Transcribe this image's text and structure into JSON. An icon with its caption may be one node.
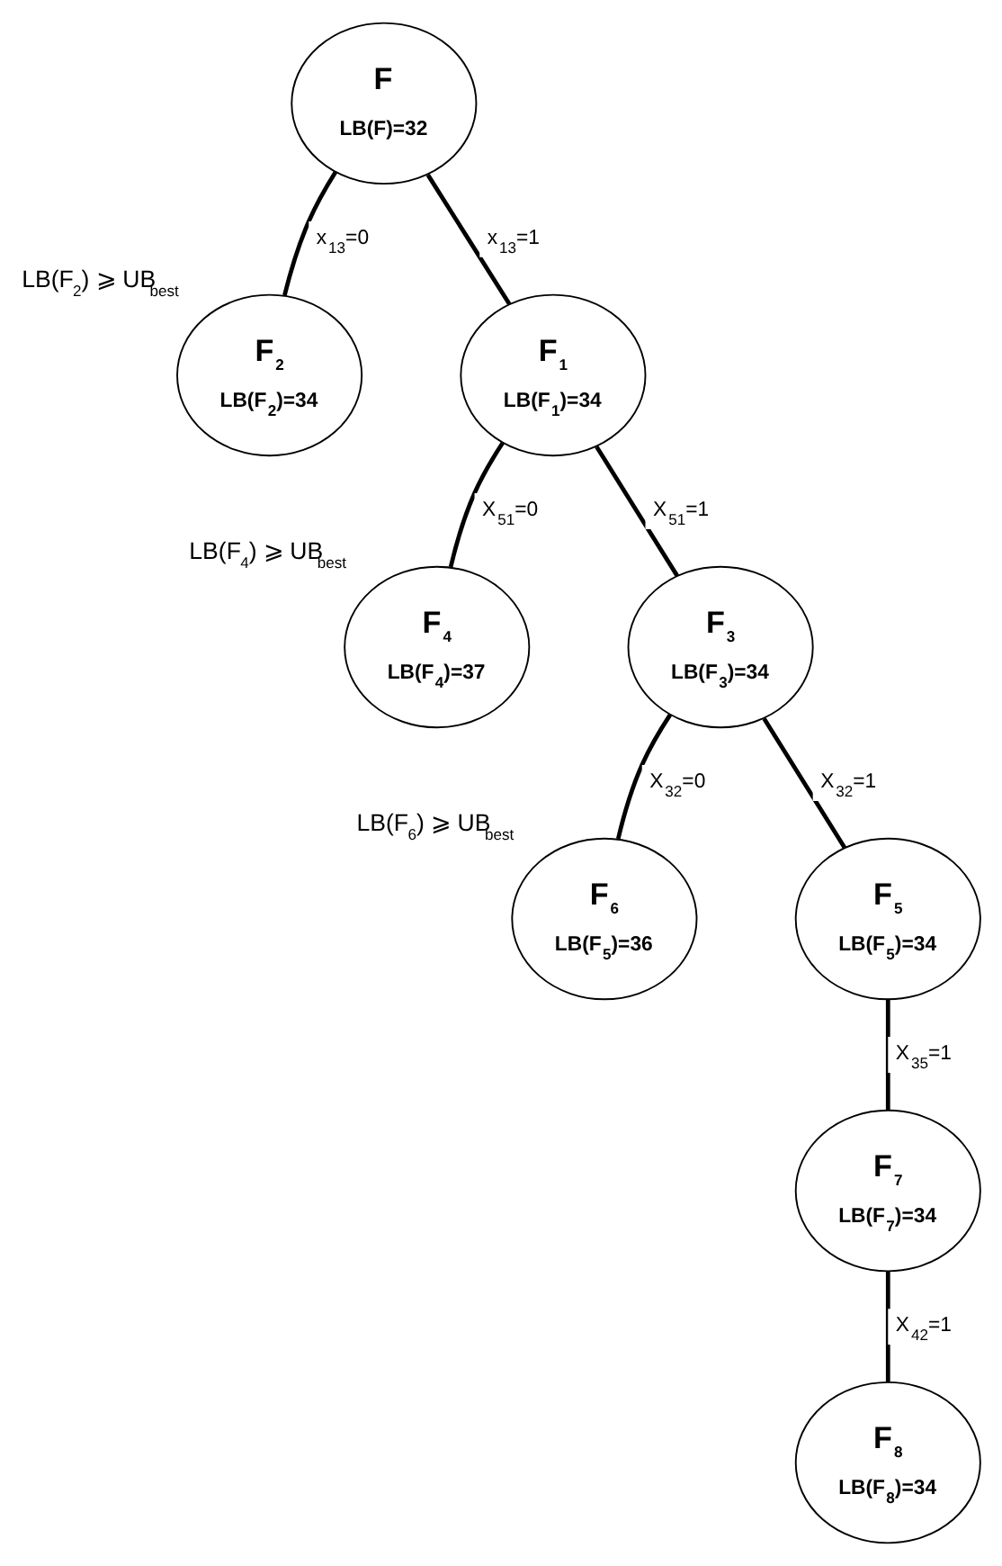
{
  "diagram": {
    "nodes": [
      {
        "text": [
          "F",
          "LB(F)=32"
        ]
      },
      {
        "text": [
          "F$_{2}$",
          "LB(F$_{2}$)=34"
        ],
        "beside": [
          "LB(F$_{2}$) ⩾ UB$_{best}$"
        ]
      },
      {
        "text": [
          "F$_{1}$",
          "LB(F$_{1}$)=34"
        ]
      },
      {
        "text": [
          "F$_{4}$",
          "LB(F$_{4}$)=37"
        ],
        "beside": [
          "LB(F$_{4}$) ⩾ UB$_{best}$"
        ]
      },
      {
        "text": [
          "F$_{3}$",
          "LB(F$_{3}$)=34"
        ]
      },
      {
        "text": [
          "F$_{6}$",
          "LB(F$_{5}$)=36"
        ],
        "beside": [
          "LB(F$_{6}$) ⩾ UB$_{best}$"
        ]
      },
      {
        "text": [
          "F$_{5}$",
          "LB(F$_{5}$)=34"
        ]
      },
      {
        "text": [
          "F$_{7}$",
          "LB(F$_{7}$)=34"
        ]
      },
      {
        "text": [
          "F$_{8}$",
          "LB(F$_{8}$)=34"
        ]
      }
    ],
    "edges": [
      {
        "from": 0,
        "to": 1,
        "arrow": "none",
        "label": "x$_{13}$=0"
      },
      {
        "from": 0,
        "to": 2,
        "arrow": "none",
        "label": "x$_{13}$=1"
      },
      {
        "from": 2,
        "to": 3,
        "arrow": "none",
        "label": "X$_{51}$=0"
      },
      {
        "from": 2,
        "to": 4,
        "arrow": "none",
        "label": "X$_{51}$=1"
      },
      {
        "from": 4,
        "to": 5,
        "arrow": "none",
        "label": "X$_{32}$=0"
      },
      {
        "from": 4,
        "to": 6,
        "arrow": "none",
        "label": "X$_{32}$=1"
      },
      {
        "from": 6,
        "to": 7,
        "arrow": "none",
        "label": "X$_{35}$=1"
      },
      {
        "from": 7,
        "to": 8,
        "arrow": "none",
        "label": "X$_{42}$=1"
      }
    ]
  }
}
